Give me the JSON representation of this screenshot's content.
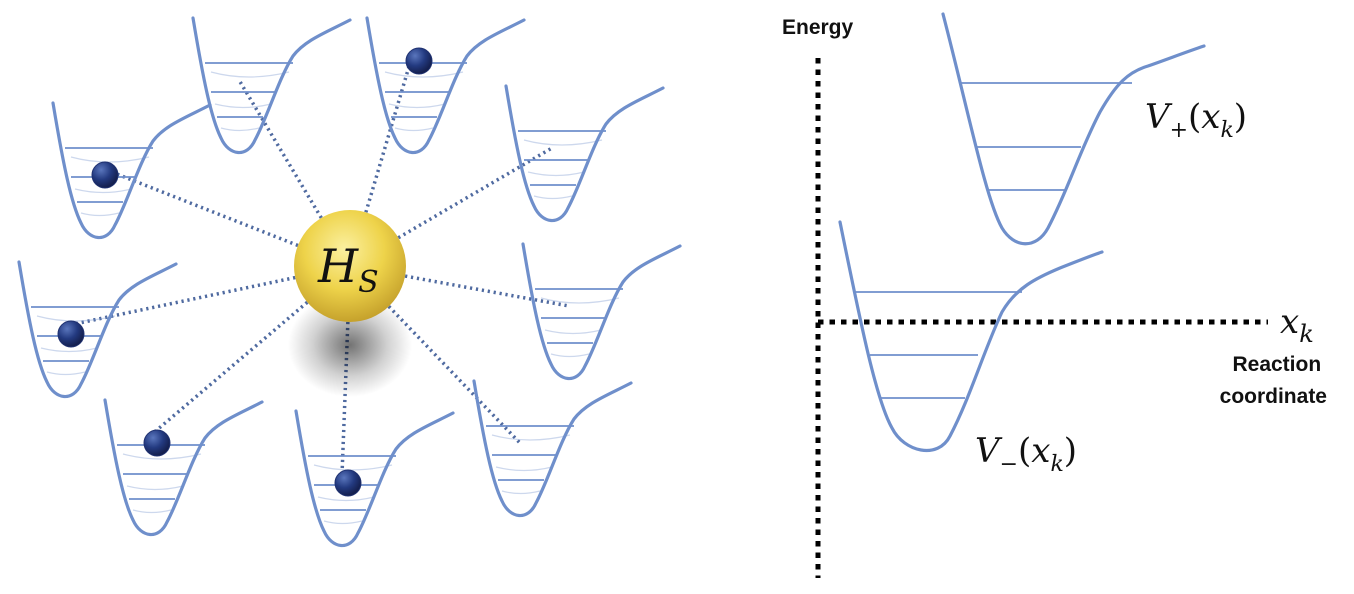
{
  "colors": {
    "well": "#6f8fcb",
    "level": "#6f8fcb",
    "link": "#4f6aa0",
    "particle": "#1f3170",
    "particle_highlight": "#4e6ab0",
    "system_core": "#f3de55",
    "system_edge": "#c9a62a",
    "axis": "#000000"
  },
  "left_panel": {
    "system_label": {
      "main": "H",
      "sub": "S"
    },
    "oscillators": [
      {
        "id": "w1",
        "occupied_level": 1
      },
      {
        "id": "w2",
        "occupied_level": null
      },
      {
        "id": "w3",
        "occupied_level": 0
      },
      {
        "id": "w4",
        "occupied_level": null
      },
      {
        "id": "w5",
        "occupied_level": 1
      },
      {
        "id": "w6",
        "occupied_level": null
      },
      {
        "id": "w7",
        "occupied_level": 0
      },
      {
        "id": "w8",
        "occupied_level": 1
      },
      {
        "id": "w9",
        "occupied_level": null
      }
    ]
  },
  "right_panel": {
    "y_axis_label": "Energy",
    "x_axis_symbol": {
      "main": "x",
      "sub": "k"
    },
    "x_axis_caption": [
      "Reaction",
      "coordinate"
    ],
    "upper_surface_label": {
      "main": "V",
      "sub": "+",
      "arg_open": "(",
      "arg": "x",
      "arg_sub": "k",
      "arg_close": ")"
    },
    "lower_surface_label": {
      "main": "V",
      "sub": "−",
      "arg_open": "(",
      "arg": "x",
      "arg_sub": "k",
      "arg_close": ")"
    }
  }
}
